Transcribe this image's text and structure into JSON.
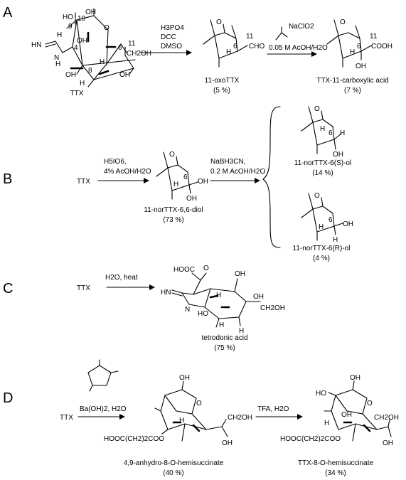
{
  "panels": {
    "a": "A",
    "b": "B",
    "c": "C",
    "d": "D"
  },
  "panel_a": {
    "tt_labels": {
      "ho": "HO",
      "oh": "OH",
      "n10": "10",
      "n9": "9",
      "hn": "HN",
      "h": "H",
      "n4": "4",
      "oh4": "OH",
      "nh": "N",
      "h2": "H",
      "n11": "11",
      "ch2oh": "CH2OH",
      "n6": "6",
      "h8": "H",
      "oh8": "OH",
      "n8": "8",
      "h6": "H",
      "oh6": "OH",
      "o": "O"
    },
    "ttx_caption": "TTX",
    "r1_reagents": [
      "H3PO4",
      "DCC",
      "DMSO"
    ],
    "oxo_labels": {
      "o": "O",
      "n11": "11",
      "cho": "CHO",
      "h": "H",
      "n6": "6"
    },
    "oxo_caption": "11-oxoTTX",
    "oxo_yield": "(5 %)",
    "r2_reagents": [
      "NaClO2",
      "0.05 M AcOH/H2O"
    ],
    "acid_labels": {
      "o": "O",
      "n11": "11",
      "cooh": "COOH",
      "h": "H",
      "n6": "6",
      "oh": "OH"
    },
    "acid_caption": "TTX-11-carboxylic acid",
    "acid_yield": "(7 %)"
  },
  "panel_b": {
    "start": "TTX",
    "r1_reagents": [
      "H5IO6,",
      "4% AcOH/H2O"
    ],
    "diol_labels": {
      "o": "O",
      "n6": "6",
      "oh": "OH",
      "h": "H",
      "oh2": "OH"
    },
    "diol_caption": "11-norTTX-6,6-diol",
    "diol_yield": "(73 %)",
    "r2_reagents": [
      "NaBH3CN,",
      "0.2 M AcOH/H2O"
    ],
    "s_labels": {
      "o": "O",
      "h": "H",
      "n6": "6",
      "h2": "H",
      "oh": "OH"
    },
    "s_caption": "11-norTTX-6(S)-ol",
    "s_yield": "(14 %)",
    "r_labels": {
      "o": "O",
      "n6": "6",
      "oh": "OH",
      "h": "H",
      "h2": "H"
    },
    "r_caption": "11-norTTX-6(R)-ol",
    "r_yield": "(4 %)"
  },
  "panel_c": {
    "start": "TTX",
    "reagent": "H2O, heat",
    "labels": {
      "hooc": "HOOC",
      "o": "O",
      "oh": "OH",
      "hn": "HN",
      "h": "H",
      "oh2": "OH",
      "nh": "N",
      "ch2oh": "CH2OH",
      "ho": "HO",
      "h2": "H",
      "h3": "H"
    },
    "caption": "tetrodonic acid",
    "yield": "(75 %)"
  },
  "panel_d": {
    "start": "TTX",
    "r1_reagents": [
      "Ba(OH)2, H2O"
    ],
    "anh_labels": {
      "oh": "OH",
      "o": "O",
      "h": "H",
      "ch2oh": "CH2OH",
      "ester": "HOOC(CH2)2COO",
      "oh2": "OH"
    },
    "anh_caption": "4,9-anhydro-8-O-hemisuccinate",
    "anh_yield": "(40 %)",
    "r2_reagents": [
      "TFA, H2O"
    ],
    "hemi_labels": {
      "ho": "HO",
      "oh": "OH",
      "o": "O",
      "oh2": "OH",
      "h": "H",
      "ch2oh": "CH2OH",
      "ester": "HOOC(CH2)2COO",
      "oh3": "OH"
    },
    "hemi_caption": "TTX-8-O-hemisuccinate",
    "hemi_yield": "(34 %)"
  }
}
